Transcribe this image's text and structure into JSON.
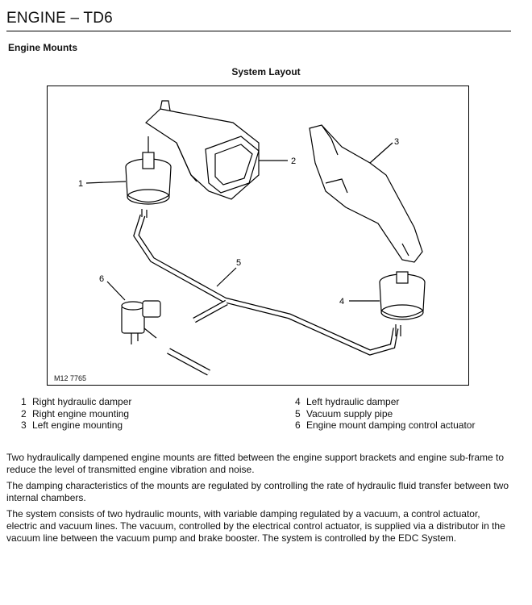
{
  "header": {
    "title": "ENGINE – TD6"
  },
  "section": {
    "title": "Engine Mounts"
  },
  "figure": {
    "caption": "System Layout",
    "id": "M12 7765",
    "callouts": [
      "1",
      "2",
      "3",
      "4",
      "5",
      "6"
    ]
  },
  "legend": {
    "left": [
      {
        "num": "1",
        "label": "Right hydraulic damper"
      },
      {
        "num": "2",
        "label": "Right engine mounting"
      },
      {
        "num": "3",
        "label": "Left engine mounting"
      }
    ],
    "right": [
      {
        "num": "4",
        "label": "Left hydraulic damper"
      },
      {
        "num": "5",
        "label": "Vacuum supply pipe"
      },
      {
        "num": "6",
        "label": "Engine mount damping control actuator"
      }
    ]
  },
  "paragraphs": [
    "Two hydraulically dampened engine mounts are fitted between the engine support brackets and engine sub-frame to reduce the level of transmitted engine vibration and noise.",
    "The damping characteristics of the mounts are regulated by controlling the rate of hydraulic fluid transfer between two internal chambers.",
    "The system consists of two hydraulic mounts, with variable damping regulated by a vacuum, a control actuator, electric and vacuum lines. The vacuum, controlled by the electrical control actuator, is supplied via a distributor in the vacuum line between the vacuum pump and brake booster. The system is controlled by the EDC System."
  ]
}
